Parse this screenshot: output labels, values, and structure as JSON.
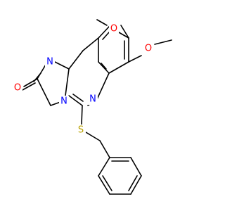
{
  "colors": {
    "background": "#ffffff",
    "bond": "#000000",
    "carbon": "#000000",
    "oxygen": "#ff0000",
    "nitrogen": "#0000ff",
    "sulfur": "#b8a100"
  },
  "atoms": [
    {
      "id": "o_methoxy_top",
      "label": "O",
      "element": "oxygen"
    },
    {
      "id": "o_methoxy_right",
      "label": "O",
      "element": "oxygen"
    },
    {
      "id": "n_imidazole",
      "label": "N",
      "element": "nitrogen"
    },
    {
      "id": "o_carbonyl",
      "label": "O",
      "element": "oxygen"
    },
    {
      "id": "n_ring_bridge",
      "label": "N",
      "element": "nitrogen"
    },
    {
      "id": "n_quinazoline",
      "label": "N",
      "element": "nitrogen"
    },
    {
      "id": "s_thioether",
      "label": "S",
      "element": "sulfur"
    }
  ]
}
